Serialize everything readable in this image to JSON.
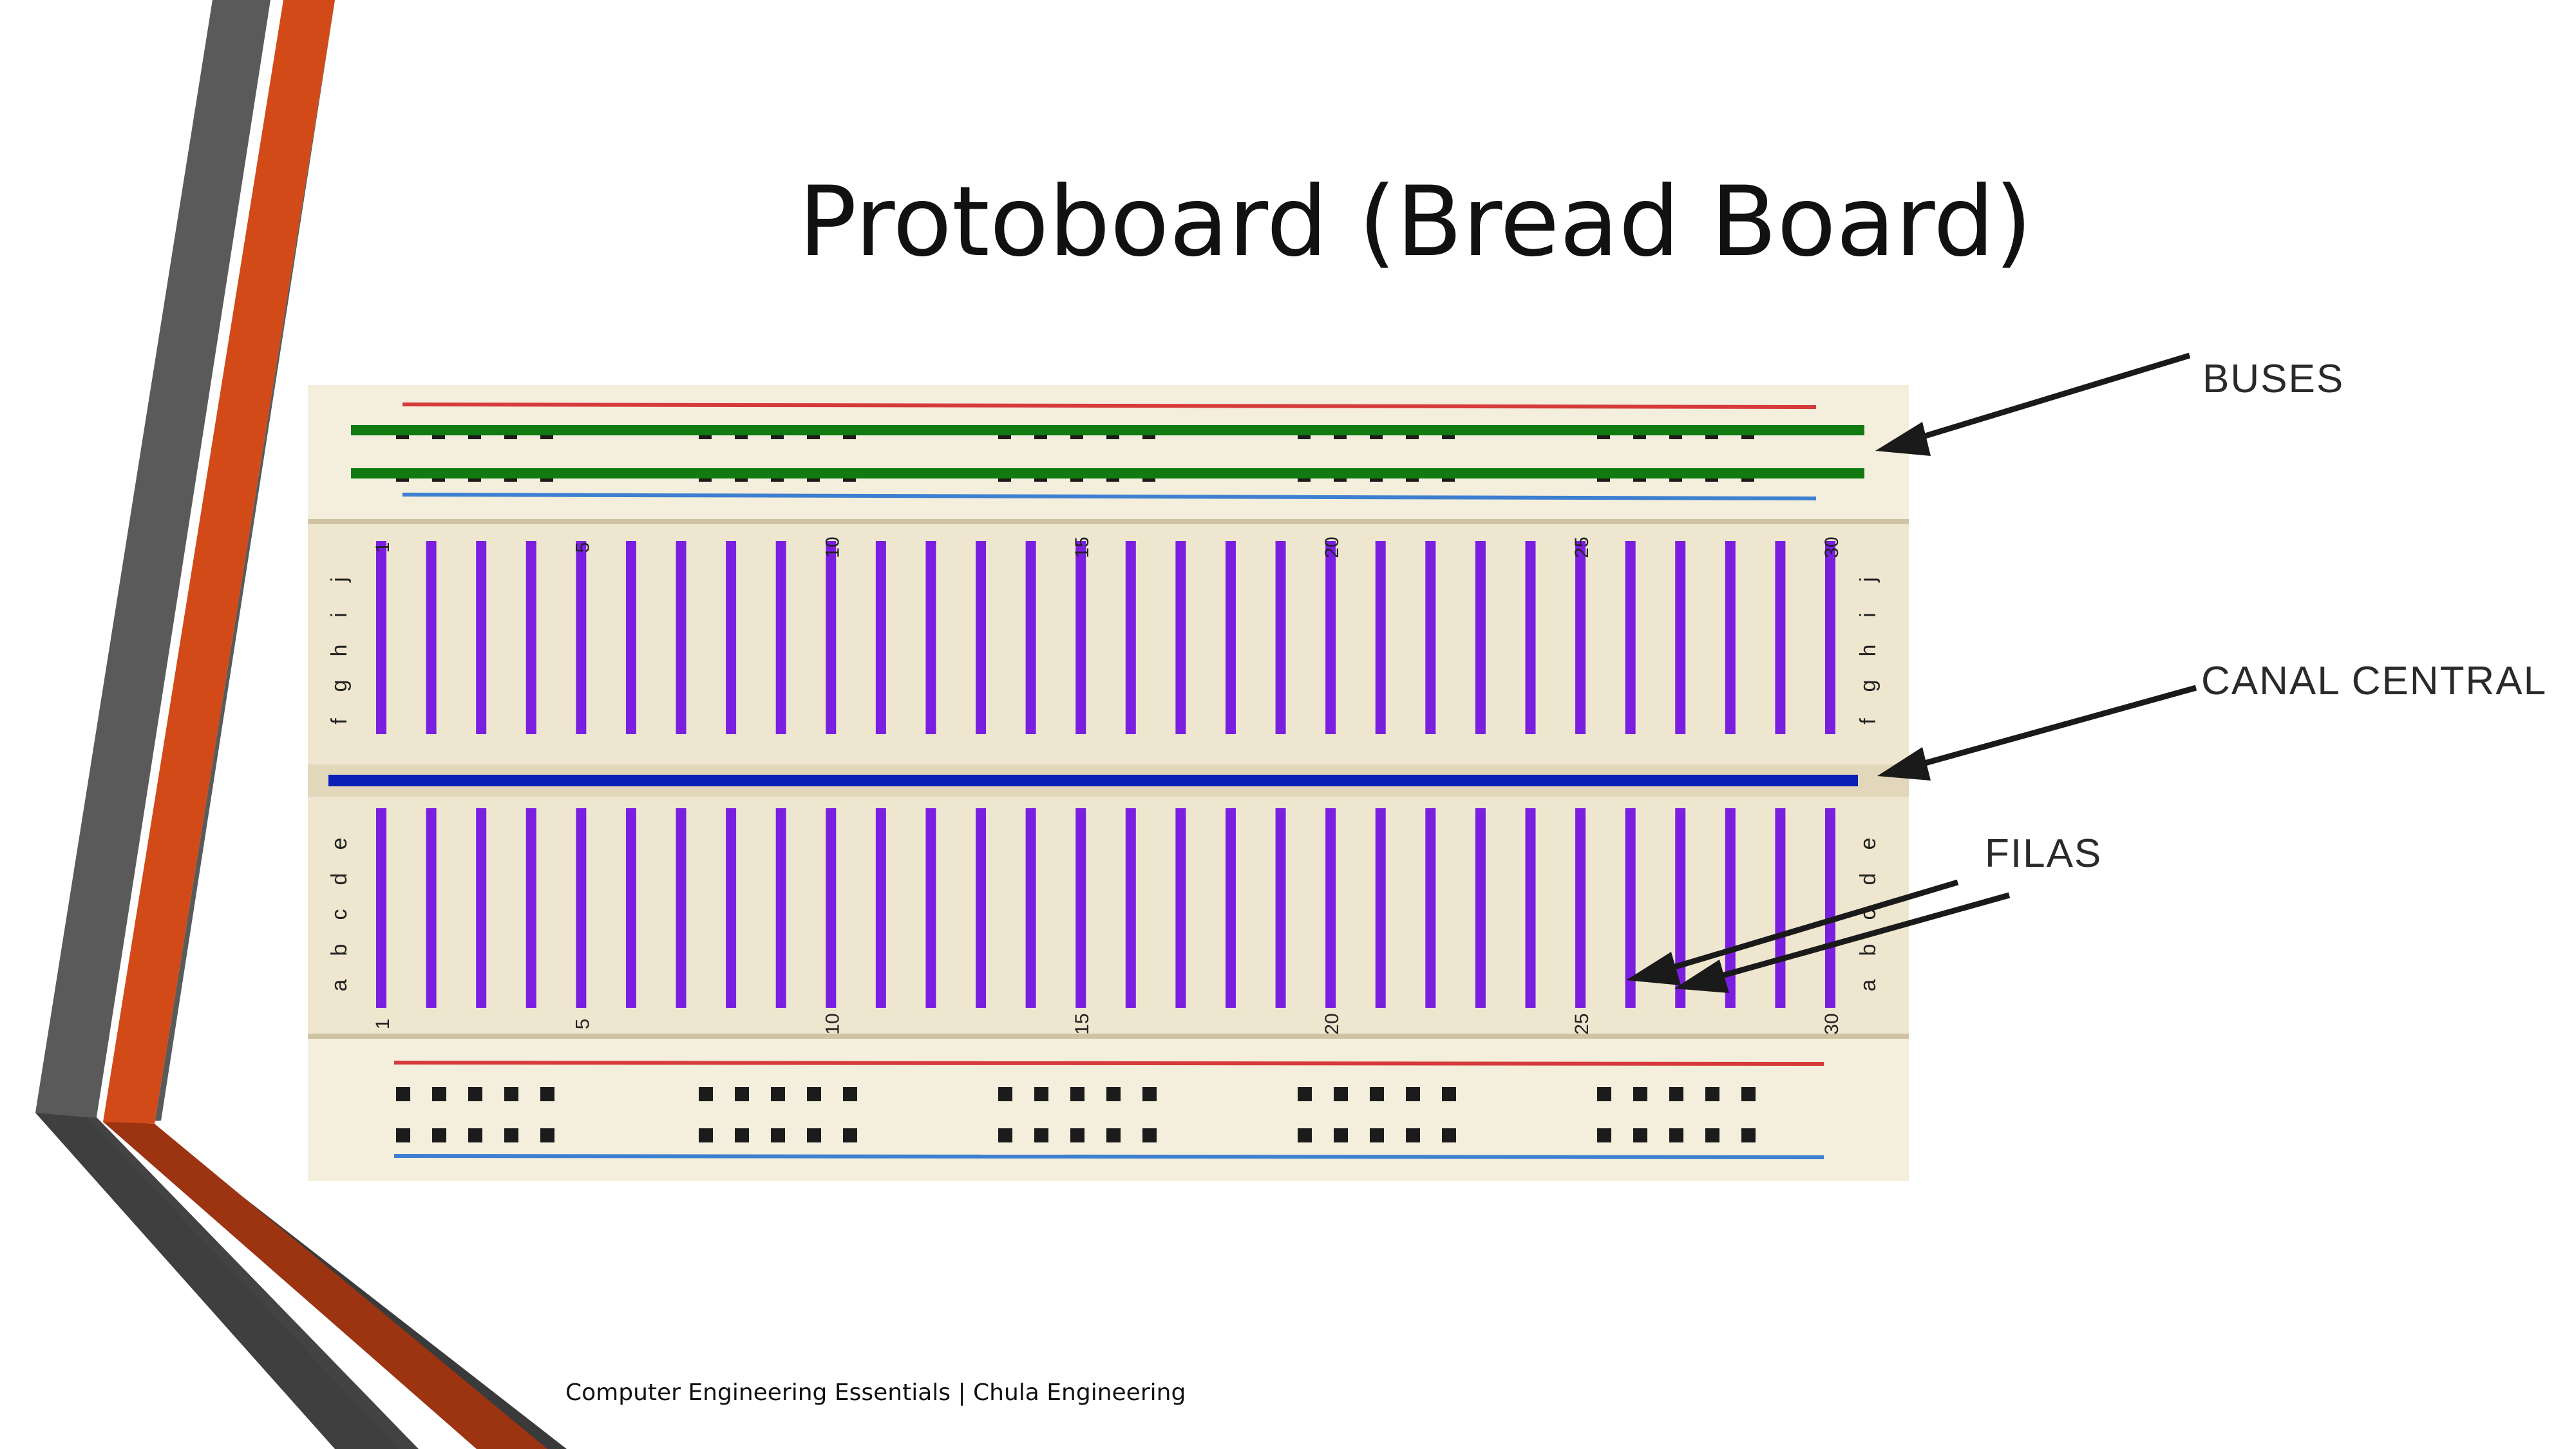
{
  "slide": {
    "title": "Protoboard (Bread Board)",
    "footer": "Computer Engineering Essentials | Chula Engineering"
  },
  "labels": {
    "buses": "BUSES",
    "canal_central": "CANAL CENTRAL",
    "filas": "FILAS"
  },
  "breadboard": {
    "row_letters_top": [
      "j",
      "i",
      "h",
      "g",
      "f"
    ],
    "row_letters_bottom": [
      "e",
      "d",
      "c",
      "b",
      "a"
    ],
    "column_numbers": [
      "1",
      "5",
      "10",
      "15",
      "20",
      "25",
      "30"
    ],
    "columns": 30
  },
  "colors": {
    "accent_orange": "#d24a17",
    "accent_gray": "#555555",
    "accent_dark_orange": "#9c3412",
    "board": "#efe8d2",
    "hole": "#1b1b1b",
    "bus_highlight": "#117a11",
    "row_highlight": "#7a1fe0",
    "channel_highlight": "#0a1fb5",
    "rail_red": "#d63a3a",
    "rail_blue": "#3d7fd0"
  }
}
